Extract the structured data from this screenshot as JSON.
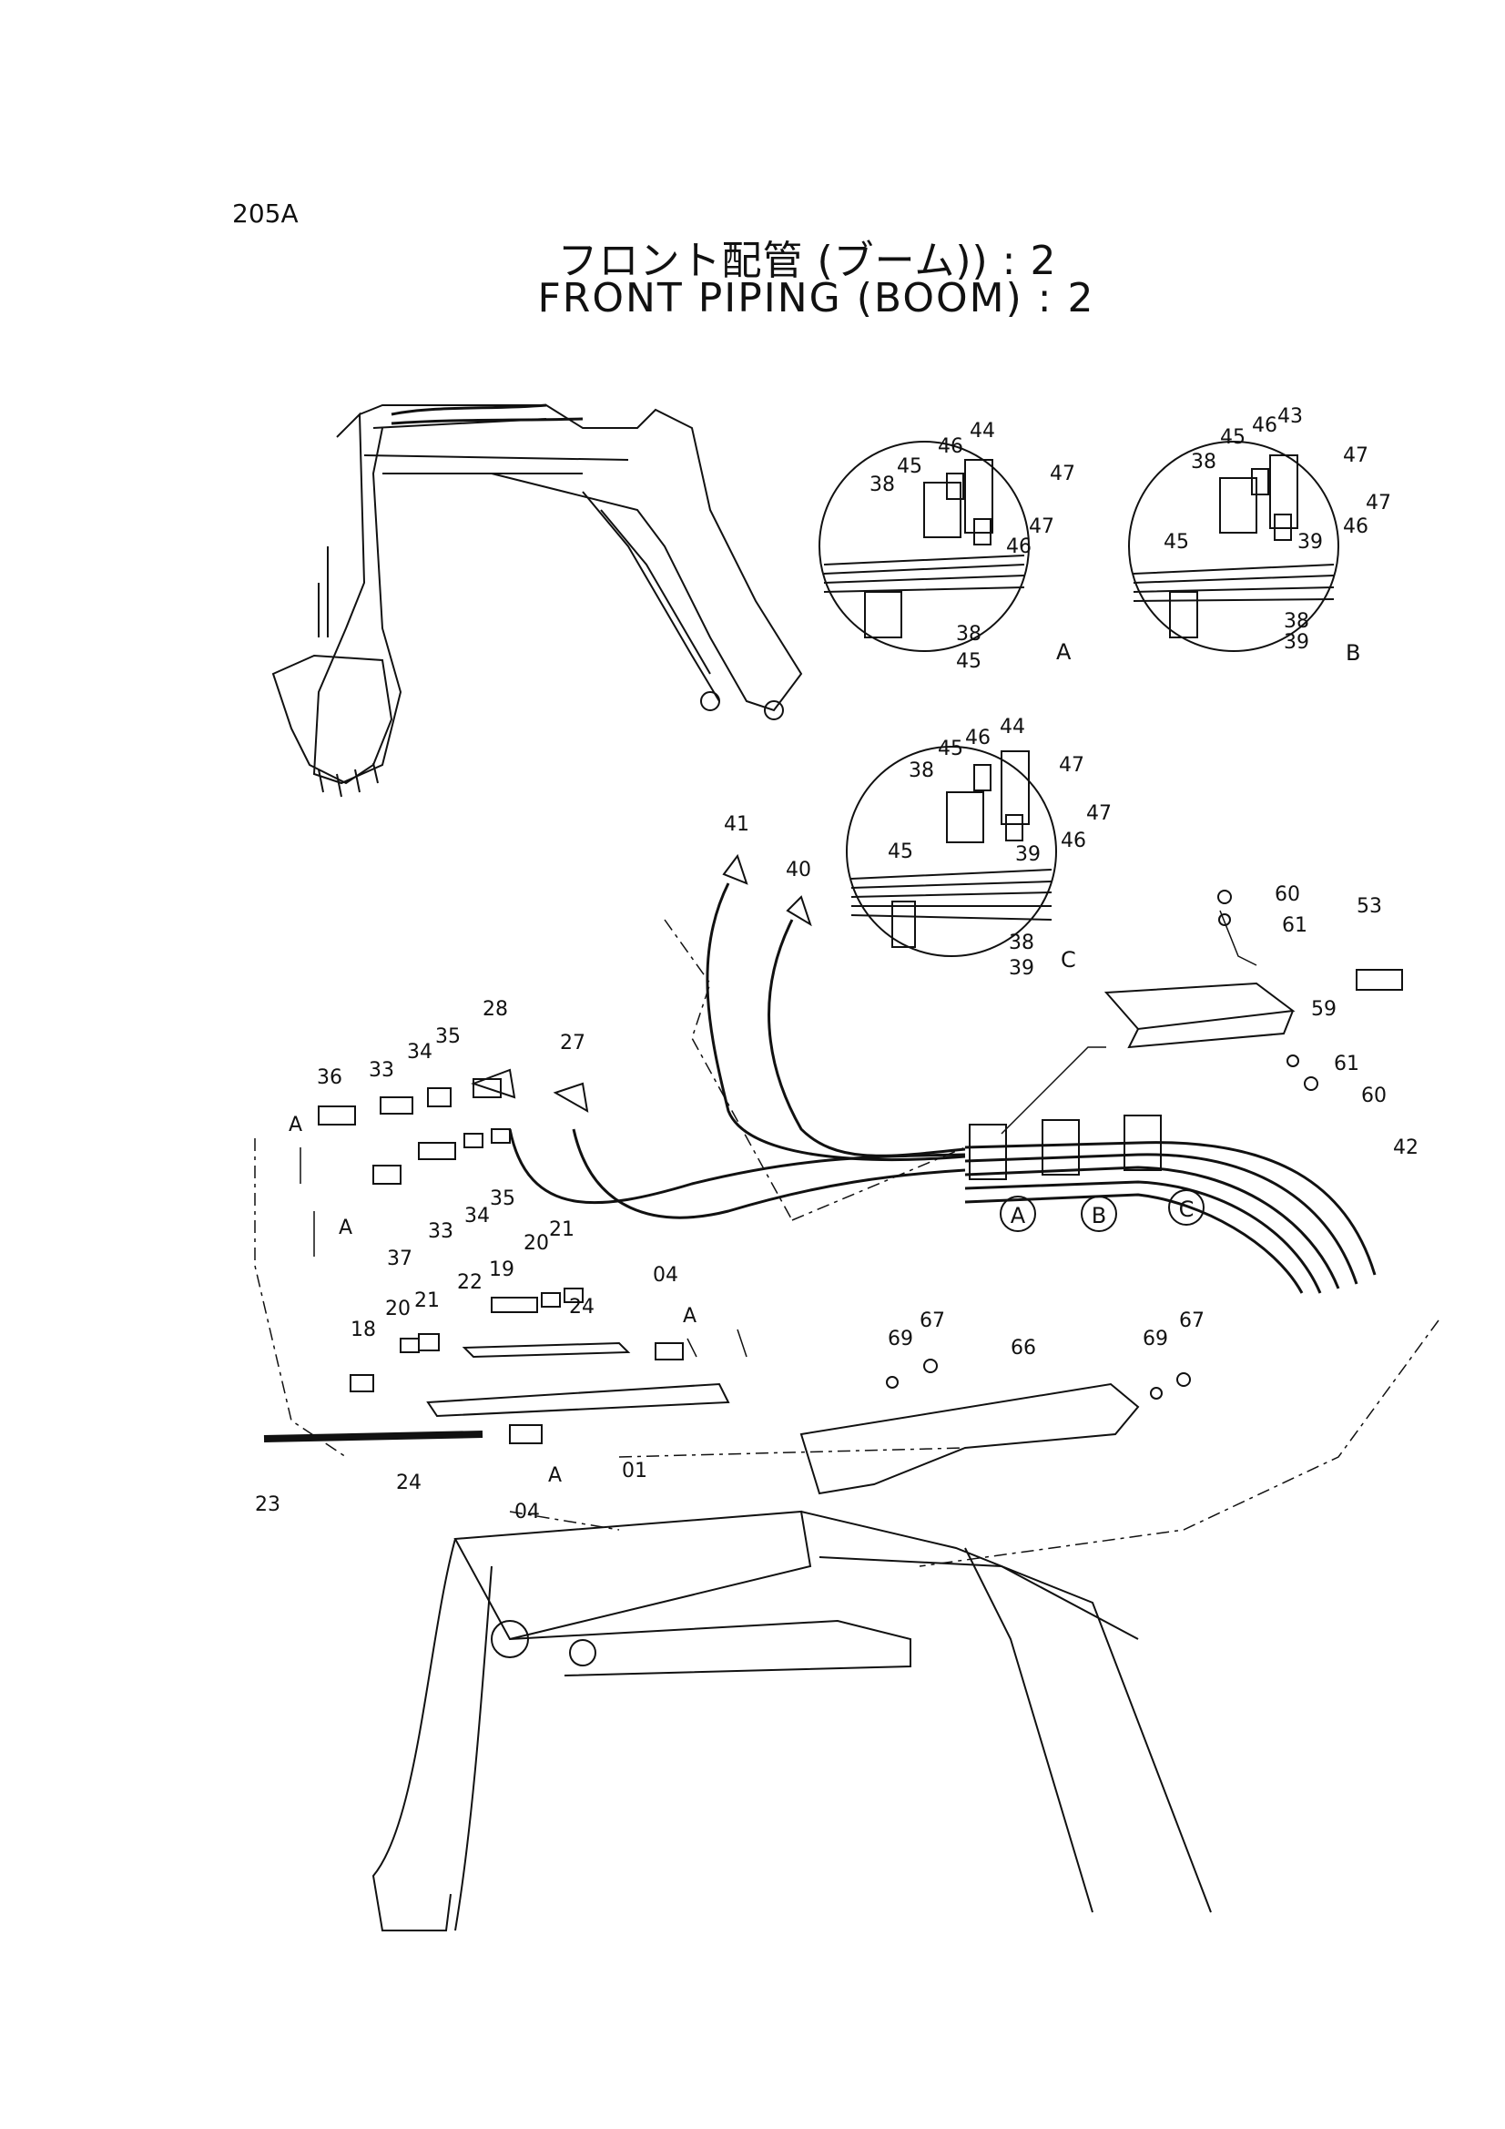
{
  "page_code": "205A",
  "title_jp": "フロント配管 (ブーム)) : 2",
  "title_en": "FRONT PIPING (BOOM) : 2",
  "detail_views": [
    "A",
    "B",
    "C"
  ],
  "callouts": {
    "c41": "41",
    "c40": "40",
    "c28": "28",
    "c27": "27",
    "c36": "36",
    "c33a": "33",
    "c34a": "34",
    "c35a": "35",
    "cA1": "A",
    "cA2": "A",
    "c37": "37",
    "c33b": "33",
    "c34b": "34",
    "c35b": "35",
    "c18": "18",
    "c20a": "20",
    "c21a": "21",
    "c22": "22",
    "c19": "19",
    "c20b": "20",
    "c21b": "21",
    "c24a": "24",
    "c04a": "04",
    "cA3": "A",
    "c23": "23",
    "c24b": "24",
    "c04b": "04",
    "cA4": "A",
    "c01": "01",
    "c42": "42",
    "c60a": "60",
    "c61a": "61",
    "c53": "53",
    "c59": "59",
    "c61b": "61",
    "c60b": "60",
    "c69a": "69",
    "c67a": "67",
    "c66": "66",
    "c69b": "69",
    "c67b": "67",
    "dA45a": "45",
    "dA46a": "46",
    "dA44": "44",
    "dA38a": "38",
    "dA47a": "47",
    "dA47b": "47",
    "dA46b": "46",
    "dA38b": "38",
    "dA45b": "45",
    "dA_tag": "A",
    "dB45a": "45",
    "dB46a": "46",
    "dB43": "43",
    "dB38a": "38",
    "dB47a": "47",
    "dB47b": "47",
    "dB46b": "46",
    "dB39a": "39",
    "dB45b": "45",
    "dB38b": "38",
    "dB39b": "39",
    "dB_tag": "B",
    "dC45a": "45",
    "dC46a": "46",
    "dC44": "44",
    "dC38a": "38",
    "dC47a": "47",
    "dC47b": "47",
    "dC46b": "46",
    "dC39a": "39",
    "dC45b": "45",
    "dC38b": "38",
    "dC39b": "39",
    "dC_tag": "C",
    "clampA": "A",
    "clampB": "B",
    "clampC": "C"
  }
}
